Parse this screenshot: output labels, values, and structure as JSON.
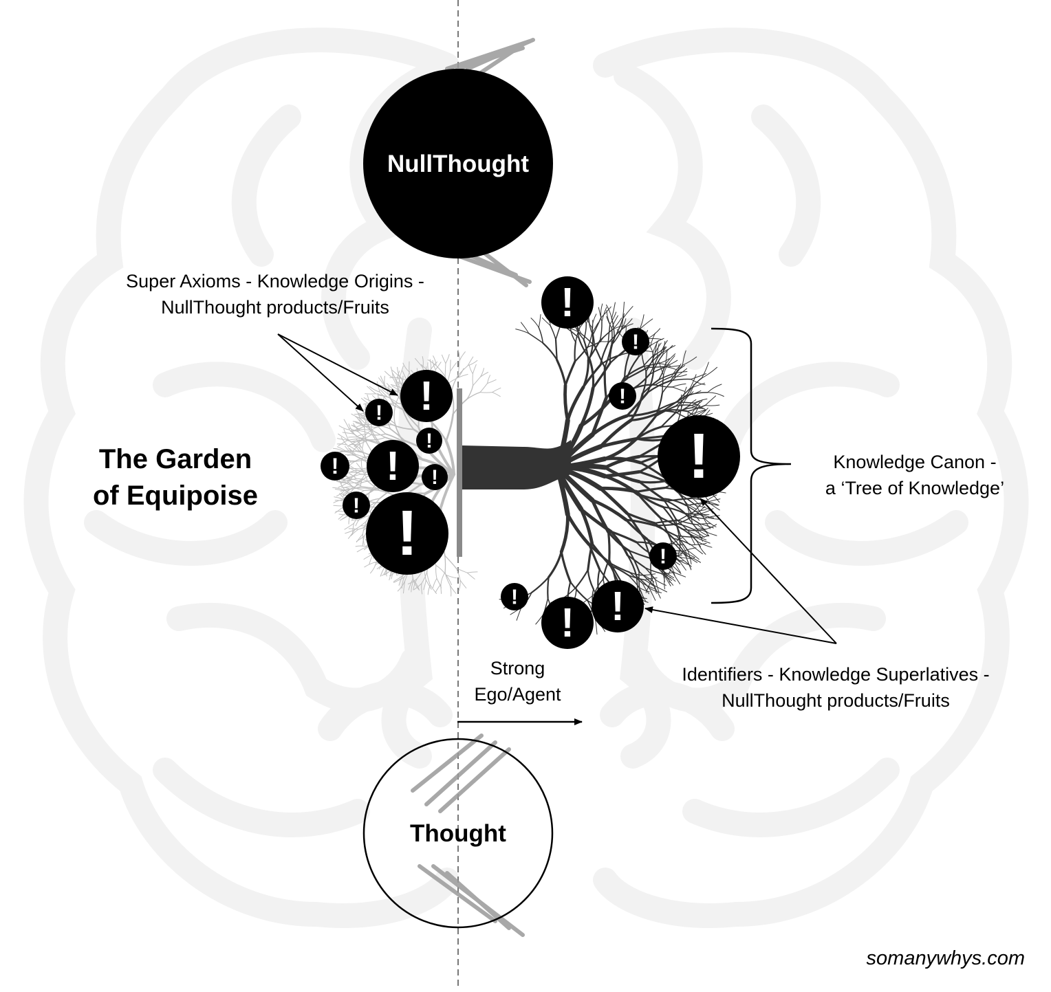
{
  "diagram": {
    "top_node": {
      "label": "NullThought",
      "fill": "#000000",
      "text_color": "#ffffff"
    },
    "bottom_node": {
      "label": "Thought",
      "fill": "#ffffff",
      "stroke": "#000000",
      "text_color": "#000000"
    },
    "garden": {
      "title_line1": "The Garden",
      "title_line2": "of Equipoise"
    },
    "super_axioms": {
      "line1": "Super Axioms - Knowledge Origins -",
      "line2": "NullThought products/Fruits"
    },
    "knowledge_canon": {
      "line1": "Knowledge Canon -",
      "line2": "a ‘Tree of Knowledge’"
    },
    "identifiers": {
      "line1": "Identifiers - Knowledge Superlatives -",
      "line2": "NullThought products/Fruits"
    },
    "ego_agent": {
      "line1": "Strong",
      "line2": "Ego/Agent"
    },
    "fruit_glyph": "!",
    "colors": {
      "tree_dark": "#333333",
      "tree_light": "#bdbdbd",
      "brain_outline": "#f2f2f2",
      "divider": "#777777",
      "fruit": "#000000"
    }
  },
  "credit": "somanywhys.com"
}
